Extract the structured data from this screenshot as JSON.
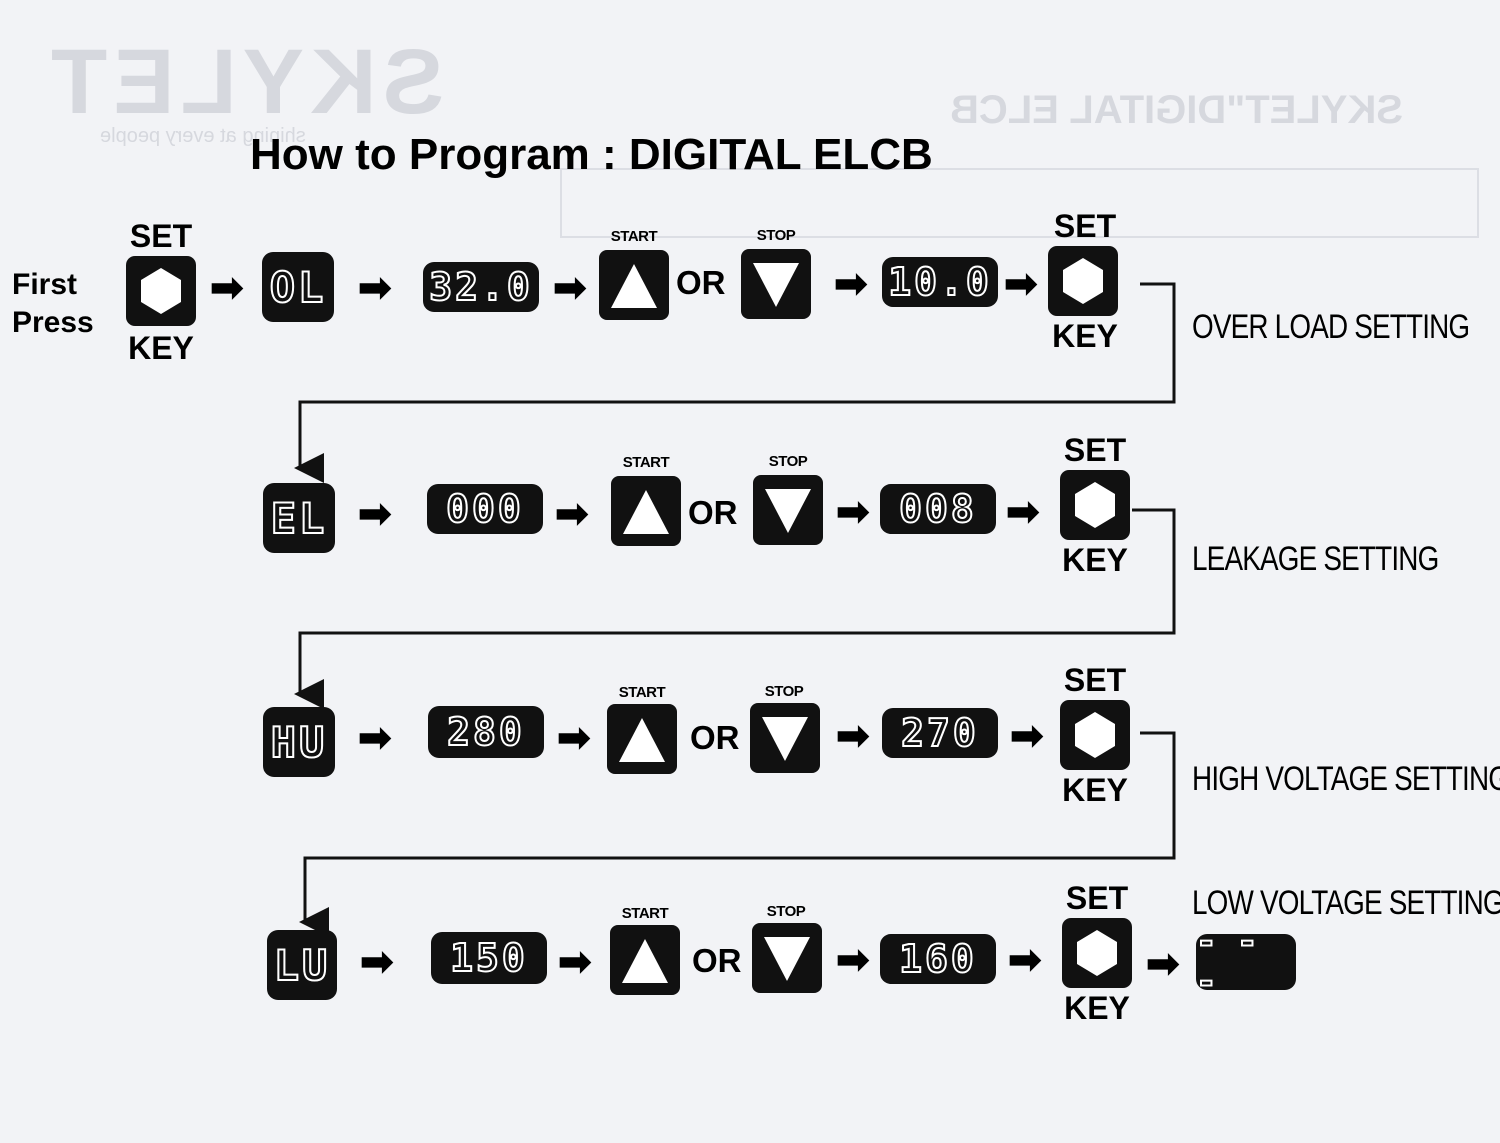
{
  "title": "How to Program : DIGITAL ELCB",
  "first_press": {
    "line1": "First",
    "line2": "Press",
    "top": "SET",
    "bottom": "KEY"
  },
  "labels": {
    "start": "START",
    "stop": "STOP",
    "or": "OR",
    "set": "SET",
    "key": "KEY"
  },
  "rows": [
    {
      "code": "OL",
      "from": "32.0",
      "to": "10.0",
      "setting": "OVER LOAD SETTING"
    },
    {
      "code": "EL",
      "from": "000",
      "to": "008",
      "setting": "LEAKAGE SETTING"
    },
    {
      "code": "HU",
      "from": "280",
      "to": "270",
      "setting": "HIGH VOLTAGE SETTING"
    },
    {
      "code": "LU",
      "from": "150",
      "to": "160",
      "setting": "LOW VOLTAGE SETTING",
      "final": "- - -"
    }
  ],
  "background": {
    "brand": "SKYLET",
    "tagline": "shining at every people",
    "heading": "SKYLET\"DIGITAL ELCB"
  },
  "colors": {
    "ink": "#111111",
    "paper": "#f2f3f6",
    "ghost": "#d6d8de"
  },
  "icons": [
    "hexagon-set-key-icon",
    "arrow-right-icon",
    "triangle-up-icon",
    "triangle-down-icon"
  ]
}
